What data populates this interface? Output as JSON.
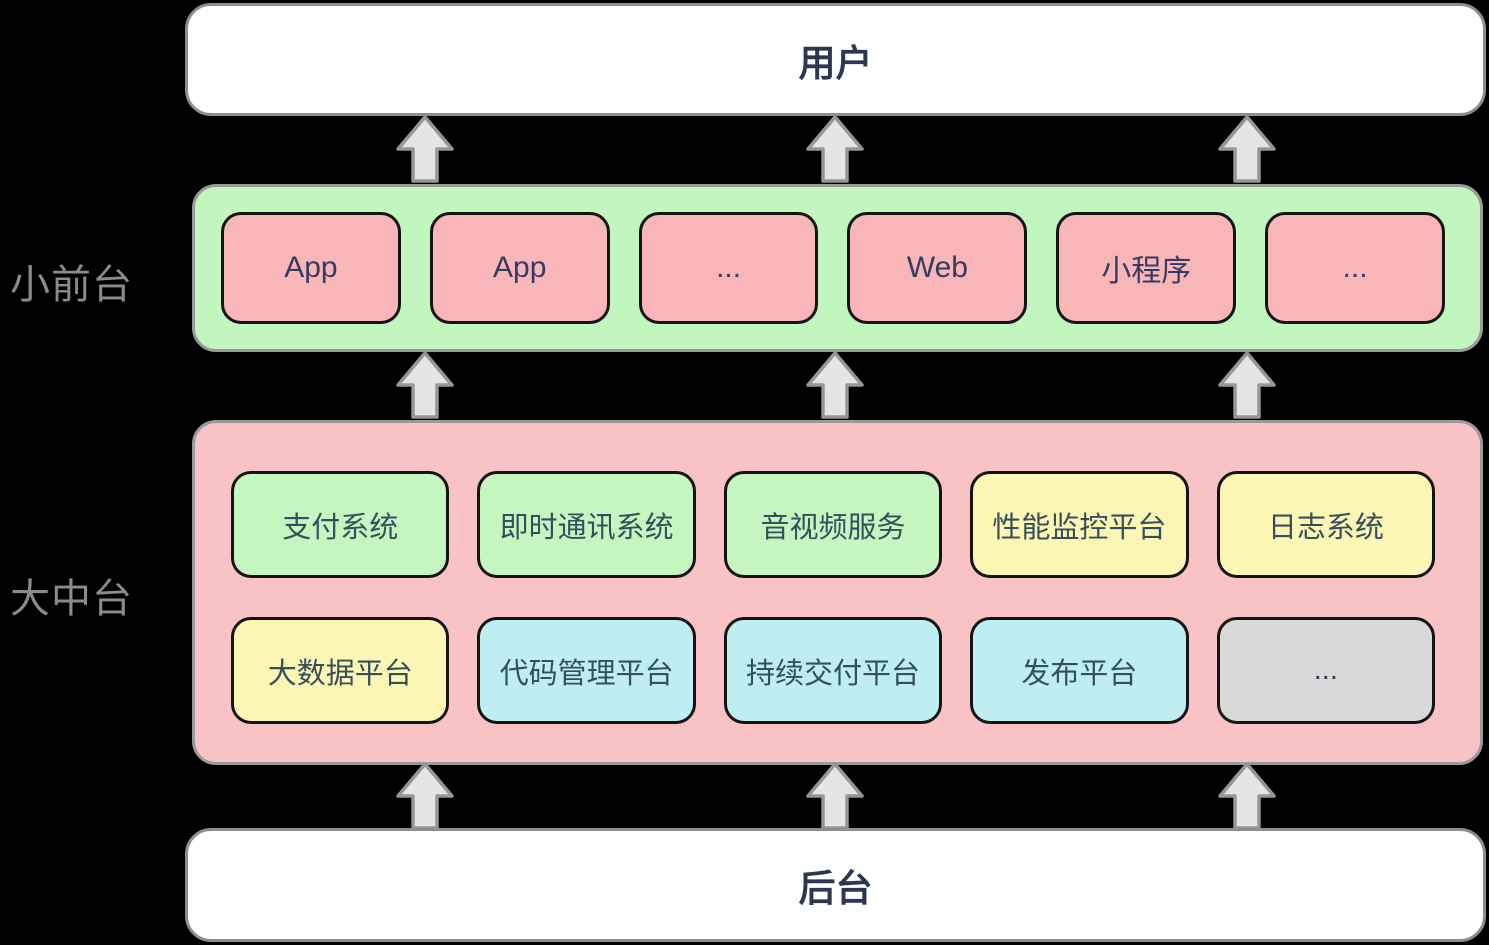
{
  "user_layer": {
    "label": "用户"
  },
  "frontend_layer": {
    "side_label": "小前台",
    "items": [
      {
        "label": "App"
      },
      {
        "label": "App"
      },
      {
        "label": "..."
      },
      {
        "label": "Web"
      },
      {
        "label": "小程序"
      },
      {
        "label": "..."
      }
    ]
  },
  "middleware_layer": {
    "side_label": "大中台",
    "rows": [
      [
        {
          "label": "支付系统",
          "color": "#c6f6c0"
        },
        {
          "label": "即时通讯系统",
          "color": "#c6f6c0"
        },
        {
          "label": "音视频服务",
          "color": "#c6f6c0"
        },
        {
          "label": "性能监控平台",
          "color": "#fbf6b4"
        },
        {
          "label": "日志系统",
          "color": "#fbf6b4"
        }
      ],
      [
        {
          "label": "大数据平台",
          "color": "#fbf6b4"
        },
        {
          "label": "代码管理平台",
          "color": "#bfeef2"
        },
        {
          "label": "持续交付平台",
          "color": "#bfeef2"
        },
        {
          "label": "发布平台",
          "color": "#bfeef2"
        },
        {
          "label": "...",
          "color": "#d9d9d9"
        }
      ]
    ]
  },
  "backend_layer": {
    "label": "后台"
  },
  "icons": {
    "arrow": "up-block-arrow-icon"
  },
  "palette": {
    "background": "#000000",
    "terminal_box_bg": "#ffffff",
    "terminal_box_border": "#8e8e8e",
    "frontend_container_bg": "#c1f6bf",
    "middleware_container_bg": "#f9c2c4",
    "container_border": "#9a9a9a",
    "frontend_item_bg": "#f9b6b8",
    "item_border": "#141414",
    "arrow_fill": "#e5e5e5",
    "arrow_stroke": "#969696",
    "title_text": "#2f3653",
    "item_text": "#35505c",
    "side_label_text": "#8b8b8b"
  }
}
